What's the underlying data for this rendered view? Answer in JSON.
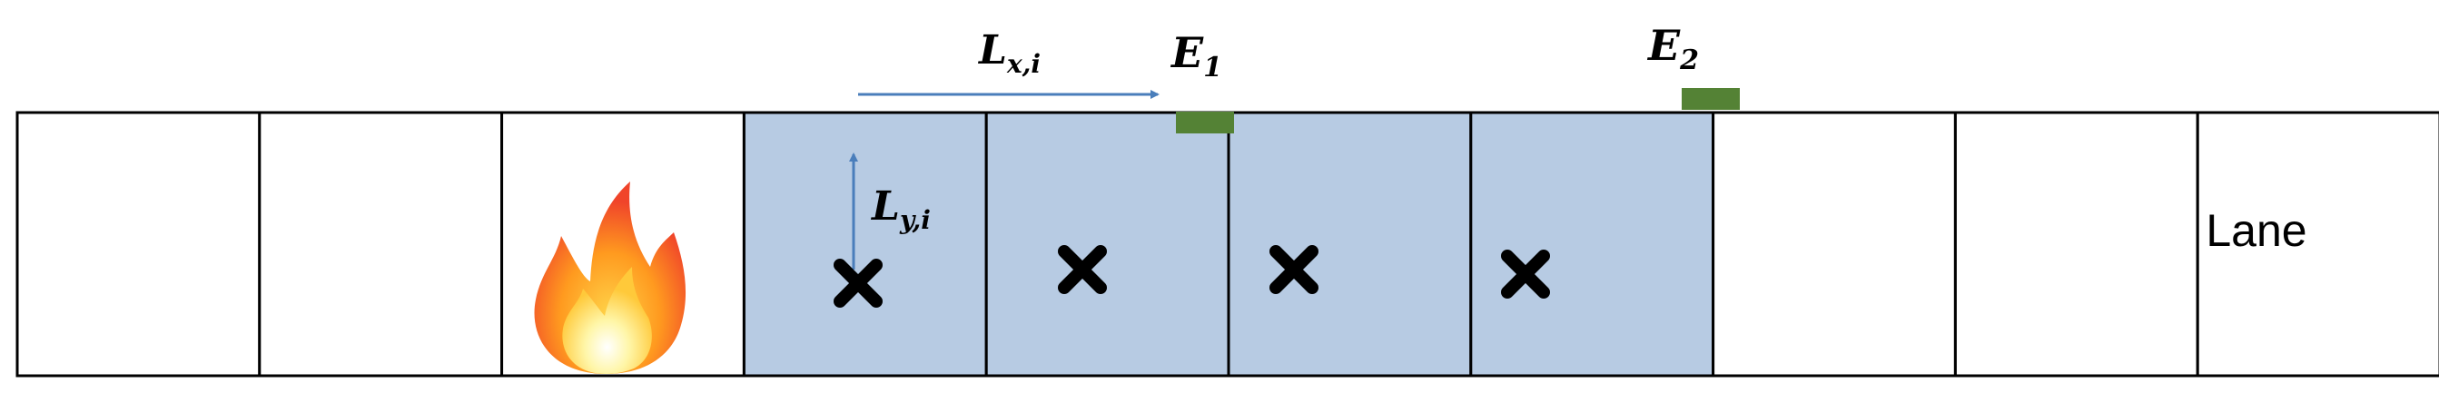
{
  "lanes": {
    "cell_count": 10,
    "highlighted_cells": [
      3,
      4,
      5,
      6
    ],
    "fire_cell": 2,
    "label_cell": 9,
    "label": "Lane",
    "marker_cells": [
      3,
      4,
      5,
      6
    ]
  },
  "exits": [
    {
      "label": "E",
      "sub": "1"
    },
    {
      "label": "E",
      "sub": "2"
    }
  ],
  "arrows": {
    "lx": {
      "label": "L",
      "sub": "x,i"
    },
    "ly": {
      "label": "L",
      "sub": "y,i"
    }
  },
  "colors": {
    "highlight": "#b7cbe3",
    "border": "#000000",
    "exit": "#548235",
    "arrow": "#4a7ebb",
    "marker": "#000000"
  },
  "icons": {
    "fire": "fire-icon",
    "marker": "x-marker-icon"
  }
}
